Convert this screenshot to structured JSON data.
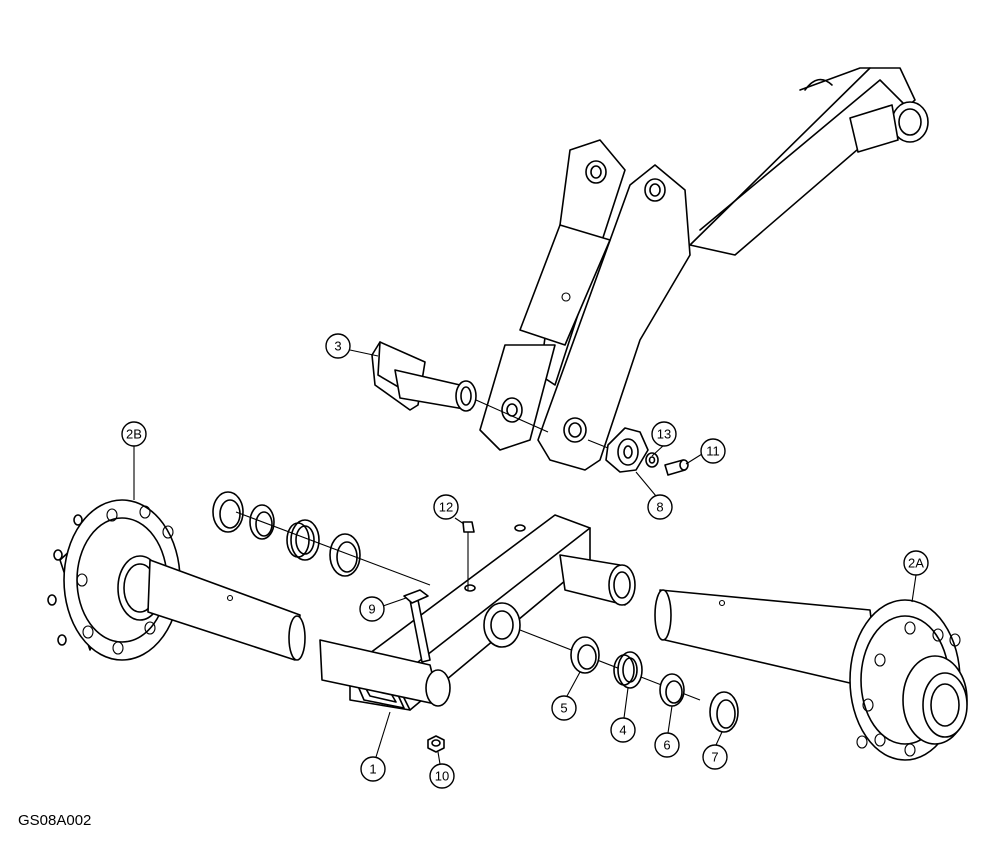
{
  "drawing_code": "GS08A002",
  "callouts": [
    "1",
    "2A",
    "2B",
    "3",
    "4",
    "5",
    "6",
    "7",
    "8",
    "9",
    "10",
    "11",
    "12",
    "13"
  ]
}
